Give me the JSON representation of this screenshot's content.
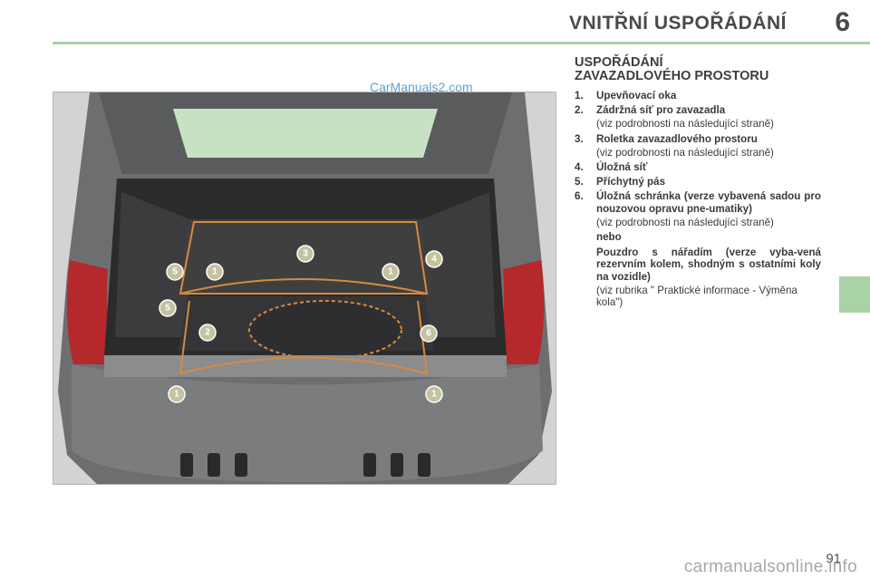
{
  "header": {
    "title": "VNITŘNÍ USPOŘÁDÁNÍ",
    "chapter": "6"
  },
  "watermark_top": "CarManuals2.com",
  "section": {
    "title_line1": "USPOŘÁDÁNÍ",
    "title_line2": "ZAVAZADLOVÉHO PROSTORU"
  },
  "items": [
    {
      "num": "1.",
      "label": "Upevňovací oka"
    },
    {
      "num": "2.",
      "label": "Zádržná síť pro zavazadla",
      "note": "(viz podrobnosti na následující straně)"
    },
    {
      "num": "3.",
      "label": "Roletka zavazadlového prostoru",
      "note": "(viz podrobnosti na následující straně)"
    },
    {
      "num": "4.",
      "label": "Úložná síť"
    },
    {
      "num": "5.",
      "label": "Příchytný pás"
    },
    {
      "num": "6.",
      "label": "Úložná schránka (verze vybavená sadou pro nouzovou opravu pne-umatiky)",
      "note": "(viz podrobnosti na následující straně)",
      "or": "nebo",
      "alt_label": "Pouzdro s nářadím (verze vyba-vená rezervním kolem, shodným s ostatními koly na vozidle)",
      "alt_note": "(viz rubrika \" Praktické informace - Výměna kola\")"
    }
  ],
  "illustration": {
    "markers": [
      "1",
      "1",
      "1",
      "1",
      "2",
      "3",
      "4",
      "5",
      "5",
      "6"
    ]
  },
  "colors": {
    "accent": "#a9d3a6",
    "callout": "#c5c2a0",
    "strap": "#d9893c"
  },
  "page_number": "91",
  "watermark_bottom": "carmanualsonline.info"
}
